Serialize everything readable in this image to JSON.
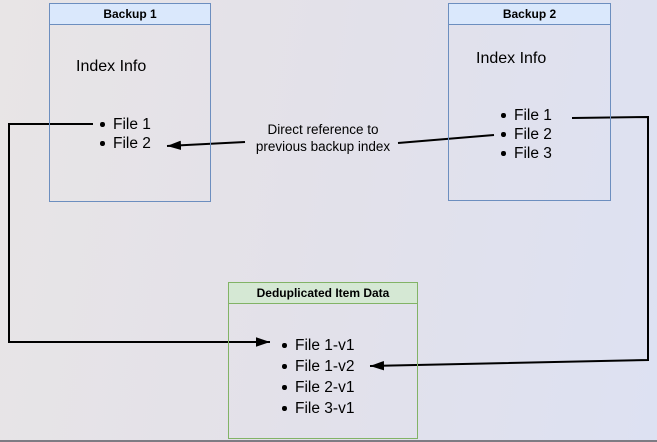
{
  "nodes": {
    "backup1": {
      "title": "Backup 1",
      "subtitle": "Index Info",
      "items": [
        "File 1",
        "File 2"
      ]
    },
    "backup2": {
      "title": "Backup 2",
      "subtitle": "Index Info",
      "items": [
        "File 1",
        "File 2",
        "File 3"
      ]
    },
    "dedup": {
      "title": "Deduplicated Item Data",
      "items": [
        "File 1-v1",
        "File 1-v2",
        "File 2-v1",
        "File 3-v1"
      ]
    }
  },
  "annotation": {
    "line1": "Direct reference to",
    "line2": "previous backup index",
    "text": "Direct reference to previous backup index"
  },
  "connections": [
    {
      "from": "Backup 1 / File 1",
      "to": "Deduplicated Item Data / File 1-v1",
      "label": ""
    },
    {
      "from": "Backup 2 / File 1",
      "to": "Deduplicated Item Data / File 1-v2",
      "label": ""
    },
    {
      "from": "Backup 2 / File 2",
      "to": "Backup 1 / File 2",
      "label": "Direct reference to previous backup index"
    }
  ],
  "colors": {
    "blue_header_fill": "#dae8fc",
    "blue_border": "#6c8ebf",
    "green_header_fill": "#d5e8d4",
    "green_border": "#82b366",
    "arrow": "#000000",
    "background_left": "#e8e5e6",
    "background_right": "#dde1f2"
  }
}
